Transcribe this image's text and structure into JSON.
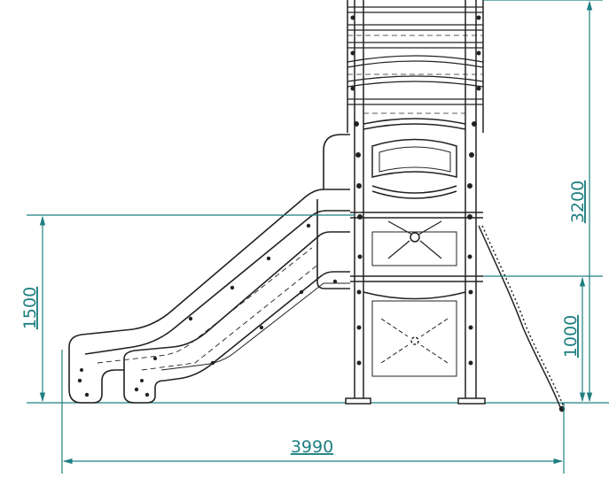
{
  "dimensions": {
    "overall_width": "3990",
    "slide_height": "1500",
    "overall_height": "3200",
    "platform_height": "1000"
  },
  "colors": {
    "dimension": "#1f7f80",
    "outline": "#222222",
    "background": "#ffffff"
  }
}
